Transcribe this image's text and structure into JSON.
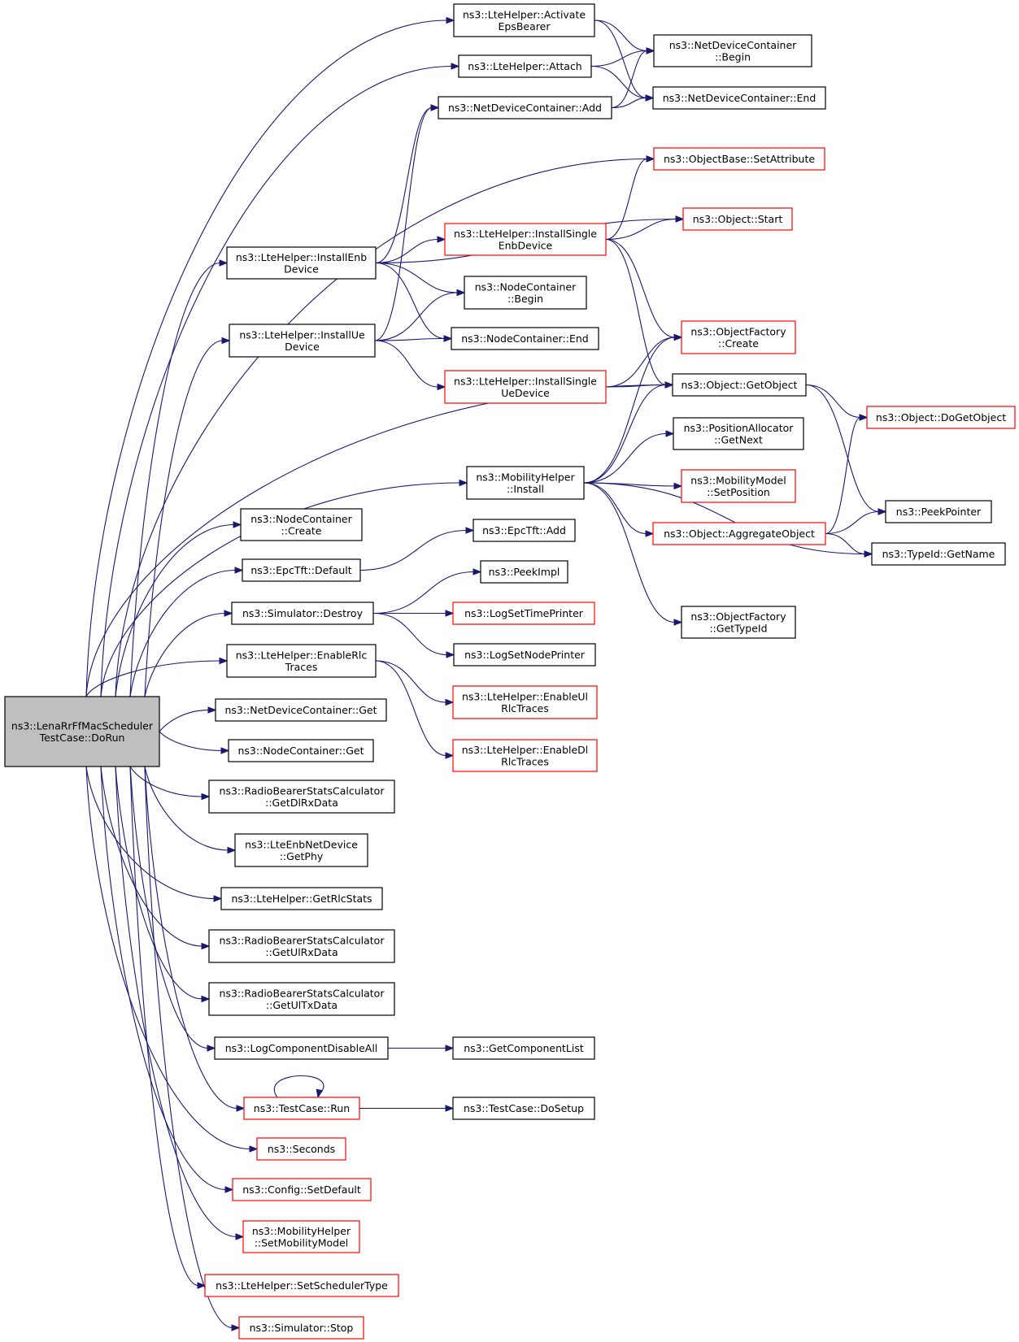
{
  "colors": {
    "edge": "#191970",
    "normal_border": "#000000",
    "truncated_border": "#ff0000",
    "root_fill": "#bfbfbf",
    "node_fill": "#ffffff"
  },
  "nodes": [
    {
      "id": "root",
      "lines": [
        "ns3::LenaRrFfMacScheduler",
        "TestCase::DoRun"
      ],
      "style": "root"
    },
    {
      "id": "activate",
      "lines": [
        "ns3::LteHelper::Activate",
        "EpsBearer"
      ],
      "style": "normal"
    },
    {
      "id": "attach",
      "lines": [
        "ns3::LteHelper::Attach"
      ],
      "style": "normal"
    },
    {
      "id": "ndcadd",
      "lines": [
        "ns3::NetDeviceContainer::Add"
      ],
      "style": "normal"
    },
    {
      "id": "ndcbegin",
      "lines": [
        "ns3::NetDeviceContainer",
        "::Begin"
      ],
      "style": "normal"
    },
    {
      "id": "ndcend",
      "lines": [
        "ns3::NetDeviceContainer::End"
      ],
      "style": "normal"
    },
    {
      "id": "setattr",
      "lines": [
        "ns3::ObjectBase::SetAttribute"
      ],
      "style": "truncated"
    },
    {
      "id": "objstart",
      "lines": [
        "ns3::Object::Start"
      ],
      "style": "truncated"
    },
    {
      "id": "installenb",
      "lines": [
        "ns3::LteHelper::InstallEnb",
        "Device"
      ],
      "style": "normal"
    },
    {
      "id": "installsingleenb",
      "lines": [
        "ns3::LteHelper::InstallSingle",
        "EnbDevice"
      ],
      "style": "truncated"
    },
    {
      "id": "ncbegin",
      "lines": [
        "ns3::NodeContainer",
        "::Begin"
      ],
      "style": "normal"
    },
    {
      "id": "installue",
      "lines": [
        "ns3::LteHelper::InstallUe",
        "Device"
      ],
      "style": "normal"
    },
    {
      "id": "ncend",
      "lines": [
        "ns3::NodeContainer::End"
      ],
      "style": "normal"
    },
    {
      "id": "ofcreate",
      "lines": [
        "ns3::ObjectFactory",
        "::Create"
      ],
      "style": "truncated"
    },
    {
      "id": "installsingleue",
      "lines": [
        "ns3::LteHelper::InstallSingle",
        "UeDevice"
      ],
      "style": "truncated"
    },
    {
      "id": "getobject",
      "lines": [
        "ns3::Object::GetObject"
      ],
      "style": "normal"
    },
    {
      "id": "dogetobject",
      "lines": [
        "ns3::Object::DoGetObject"
      ],
      "style": "truncated"
    },
    {
      "id": "posalloc",
      "lines": [
        "ns3::PositionAllocator",
        "::GetNext"
      ],
      "style": "normal"
    },
    {
      "id": "mobinstall",
      "lines": [
        "ns3::MobilityHelper",
        "::Install"
      ],
      "style": "normal"
    },
    {
      "id": "setposition",
      "lines": [
        "ns3::MobilityModel",
        "::SetPosition"
      ],
      "style": "truncated"
    },
    {
      "id": "nccreate",
      "lines": [
        "ns3::NodeContainer",
        "::Create"
      ],
      "style": "normal"
    },
    {
      "id": "peekpointer",
      "lines": [
        "ns3::PeekPointer"
      ],
      "style": "normal"
    },
    {
      "id": "aggregate",
      "lines": [
        "ns3::Object::AggregateObject"
      ],
      "style": "truncated"
    },
    {
      "id": "epctftadd",
      "lines": [
        "ns3::EpcTft::Add"
      ],
      "style": "normal"
    },
    {
      "id": "typeidname",
      "lines": [
        "ns3::TypeId::GetName"
      ],
      "style": "normal"
    },
    {
      "id": "epctftdefault",
      "lines": [
        "ns3::EpcTft::Default"
      ],
      "style": "normal"
    },
    {
      "id": "peekimpl",
      "lines": [
        "ns3::PeekImpl"
      ],
      "style": "normal"
    },
    {
      "id": "simdestroy",
      "lines": [
        "ns3::Simulator::Destroy"
      ],
      "style": "normal"
    },
    {
      "id": "logsettime",
      "lines": [
        "ns3::LogSetTimePrinter"
      ],
      "style": "truncated"
    },
    {
      "id": "ofgettypeid",
      "lines": [
        "ns3::ObjectFactory",
        "::GetTypeId"
      ],
      "style": "normal"
    },
    {
      "id": "logsetnode",
      "lines": [
        "ns3::LogSetNodePrinter"
      ],
      "style": "normal"
    },
    {
      "id": "enablerlc",
      "lines": [
        "ns3::LteHelper::EnableRlc",
        "Traces"
      ],
      "style": "normal"
    },
    {
      "id": "enableul",
      "lines": [
        "ns3::LteHelper::EnableUl",
        "RlcTraces"
      ],
      "style": "truncated"
    },
    {
      "id": "ndcget",
      "lines": [
        "ns3::NetDeviceContainer::Get"
      ],
      "style": "normal"
    },
    {
      "id": "ncget",
      "lines": [
        "ns3::NodeContainer::Get"
      ],
      "style": "normal"
    },
    {
      "id": "enabledl",
      "lines": [
        "ns3::LteHelper::EnableDl",
        "RlcTraces"
      ],
      "style": "truncated"
    },
    {
      "id": "getdlrx",
      "lines": [
        "ns3::RadioBearerStatsCalculator",
        "::GetDlRxData"
      ],
      "style": "normal"
    },
    {
      "id": "getphy",
      "lines": [
        "ns3::LteEnbNetDevice",
        "::GetPhy"
      ],
      "style": "normal"
    },
    {
      "id": "getrlcstats",
      "lines": [
        "ns3::LteHelper::GetRlcStats"
      ],
      "style": "normal"
    },
    {
      "id": "getulrx",
      "lines": [
        "ns3::RadioBearerStatsCalculator",
        "::GetUlRxData"
      ],
      "style": "normal"
    },
    {
      "id": "getultx",
      "lines": [
        "ns3::RadioBearerStatsCalculator",
        "::GetUlTxData"
      ],
      "style": "normal"
    },
    {
      "id": "logdisable",
      "lines": [
        "ns3::LogComponentDisableAll"
      ],
      "style": "normal"
    },
    {
      "id": "getcomplist",
      "lines": [
        "ns3::GetComponentList"
      ],
      "style": "normal"
    },
    {
      "id": "testrun",
      "lines": [
        "ns3::TestCase::Run"
      ],
      "style": "truncated"
    },
    {
      "id": "dosetup",
      "lines": [
        "ns3::TestCase::DoSetup"
      ],
      "style": "normal"
    },
    {
      "id": "seconds",
      "lines": [
        "ns3::Seconds"
      ],
      "style": "truncated"
    },
    {
      "id": "setdefault",
      "lines": [
        "ns3::Config::SetDefault"
      ],
      "style": "truncated"
    },
    {
      "id": "setmobmodel",
      "lines": [
        "ns3::MobilityHelper",
        "::SetMobilityModel"
      ],
      "style": "truncated"
    },
    {
      "id": "setsched",
      "lines": [
        "ns3::LteHelper::SetSchedulerType"
      ],
      "style": "truncated"
    },
    {
      "id": "simstop",
      "lines": [
        "ns3::Simulator::Stop"
      ],
      "style": "truncated"
    }
  ],
  "edges": [
    [
      "root",
      "activate"
    ],
    [
      "root",
      "attach"
    ],
    [
      "root",
      "setattr"
    ],
    [
      "root",
      "installenb"
    ],
    [
      "root",
      "installue"
    ],
    [
      "root",
      "getobject"
    ],
    [
      "root",
      "mobinstall"
    ],
    [
      "root",
      "nccreate"
    ],
    [
      "root",
      "epctftdefault"
    ],
    [
      "root",
      "simdestroy"
    ],
    [
      "root",
      "enablerlc"
    ],
    [
      "root",
      "ndcget"
    ],
    [
      "root",
      "ncget"
    ],
    [
      "root",
      "getdlrx"
    ],
    [
      "root",
      "getphy"
    ],
    [
      "root",
      "getrlcstats"
    ],
    [
      "root",
      "getulrx"
    ],
    [
      "root",
      "getultx"
    ],
    [
      "root",
      "logdisable"
    ],
    [
      "root",
      "testrun"
    ],
    [
      "root",
      "seconds"
    ],
    [
      "root",
      "setdefault"
    ],
    [
      "root",
      "setmobmodel"
    ],
    [
      "root",
      "setsched"
    ],
    [
      "root",
      "simstop"
    ],
    [
      "activate",
      "ndcbegin"
    ],
    [
      "activate",
      "ndcend"
    ],
    [
      "attach",
      "ndcbegin"
    ],
    [
      "attach",
      "ndcend"
    ],
    [
      "ndcadd",
      "ndcbegin"
    ],
    [
      "ndcadd",
      "ndcend"
    ],
    [
      "installenb",
      "ndcadd"
    ],
    [
      "installenb",
      "objstart"
    ],
    [
      "installenb",
      "installsingleenb"
    ],
    [
      "installenb",
      "ncbegin"
    ],
    [
      "installenb",
      "ncend"
    ],
    [
      "installsingleenb",
      "setattr"
    ],
    [
      "installsingleenb",
      "objstart"
    ],
    [
      "installsingleenb",
      "ofcreate"
    ],
    [
      "installsingleenb",
      "getobject"
    ],
    [
      "installue",
      "ndcadd"
    ],
    [
      "installue",
      "ncbegin"
    ],
    [
      "installue",
      "ncend"
    ],
    [
      "installue",
      "installsingleue"
    ],
    [
      "installsingleue",
      "ofcreate"
    ],
    [
      "installsingleue",
      "getobject"
    ],
    [
      "getobject",
      "dogetobject"
    ],
    [
      "getobject",
      "peekpointer"
    ],
    [
      "mobinstall",
      "ofcreate"
    ],
    [
      "mobinstall",
      "getobject"
    ],
    [
      "mobinstall",
      "posalloc"
    ],
    [
      "mobinstall",
      "setposition"
    ],
    [
      "mobinstall",
      "aggregate"
    ],
    [
      "mobinstall",
      "typeidname"
    ],
    [
      "mobinstall",
      "ofgettypeid"
    ],
    [
      "aggregate",
      "dogetobject"
    ],
    [
      "aggregate",
      "peekpointer"
    ],
    [
      "aggregate",
      "typeidname"
    ],
    [
      "epctftdefault",
      "epctftadd"
    ],
    [
      "simdestroy",
      "peekimpl"
    ],
    [
      "simdestroy",
      "logsettime"
    ],
    [
      "simdestroy",
      "logsetnode"
    ],
    [
      "enablerlc",
      "enableul"
    ],
    [
      "enablerlc",
      "enabledl"
    ],
    [
      "logdisable",
      "getcomplist"
    ],
    [
      "testrun",
      "dosetup"
    ],
    [
      "testrun",
      "testrun"
    ]
  ]
}
